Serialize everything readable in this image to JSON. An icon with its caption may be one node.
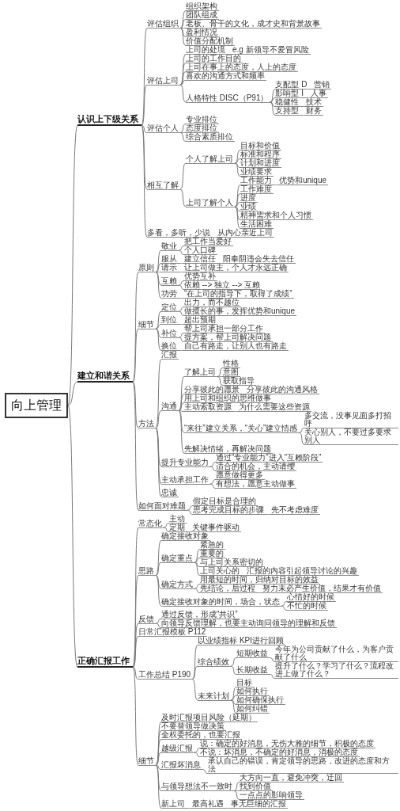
{
  "diagram": {
    "nodes": [
      {
        "text": [
          "向上管理"
        ]
      },
      {
        "text": [
          "认识上下级关系"
        ]
      },
      {
        "text": [
          "评估组织"
        ]
      },
      {
        "text": [
          "组织架构"
        ]
      },
      {
        "text": [
          "团队组成"
        ]
      },
      {
        "text": [
          "老板、骨干的文化，成才史和背景故事"
        ]
      },
      {
        "text": [
          "盈利情况"
        ]
      },
      {
        "text": [
          "价值分配机制"
        ]
      },
      {
        "text": [
          "评估上司"
        ]
      },
      {
        "text": [
          "上司的处境"
        ]
      },
      {
        "text": [
          "e.g 新领导不爱冒风险"
        ]
      },
      {
        "text": [
          "上司的工作目的"
        ]
      },
      {
        "text": [
          "上司在事上的态度，人上的态度"
        ]
      },
      {
        "text": [
          "喜欢的沟通方式和频率"
        ]
      },
      {
        "text": [
          "人格特性 DISC（P91）"
        ]
      },
      {
        "text": [
          "支配型 D"
        ]
      },
      {
        "text": [
          "营销"
        ]
      },
      {
        "text": [
          "影响型 I"
        ]
      },
      {
        "text": [
          "人事"
        ]
      },
      {
        "text": [
          "稳健性"
        ]
      },
      {
        "text": [
          "技术"
        ]
      },
      {
        "text": [
          "支持型"
        ]
      },
      {
        "text": [
          "财务"
        ]
      },
      {
        "text": [
          "评估个人"
        ]
      },
      {
        "text": [
          "专业排位"
        ]
      },
      {
        "text": [
          "态度排位"
        ]
      },
      {
        "text": [
          "综合素质排位"
        ]
      },
      {
        "text": [
          "相互了解"
        ]
      },
      {
        "text": [
          "个人了解上司"
        ]
      },
      {
        "text": [
          "目标和价值"
        ]
      },
      {
        "text": [
          "标准和程序"
        ]
      },
      {
        "text": [
          "计划和进度"
        ]
      },
      {
        "text": [
          "业绩要求"
        ]
      },
      {
        "text": [
          "上司了解个人"
        ]
      },
      {
        "text": [
          "工作能力"
        ]
      },
      {
        "text": [
          "优势和unique"
        ]
      },
      {
        "text": [
          "工作难度"
        ]
      },
      {
        "text": [
          "进度"
        ]
      },
      {
        "text": [
          "业绩"
        ]
      },
      {
        "text": [
          "精神需求和个人习惯"
        ]
      },
      {
        "text": [
          "生活困难"
        ]
      },
      {
        "text": [
          "多看，多听，少说"
        ]
      },
      {
        "text": [
          "从内心亲近上司"
        ]
      },
      {
        "text": [
          "建立和谐关系"
        ]
      },
      {
        "text": [
          "原则"
        ]
      },
      {
        "text": [
          "敬业"
        ]
      },
      {
        "text": [
          "把工作当爱好"
        ]
      },
      {
        "text": [
          "个人口碑"
        ]
      },
      {
        "text": [
          "服从"
        ]
      },
      {
        "text": [
          "建立信任"
        ]
      },
      {
        "text": [
          "阳奉阴违会失去信任"
        ]
      },
      {
        "text": [
          "请示"
        ]
      },
      {
        "text": [
          "让上司做主，个人才永远正确"
        ]
      },
      {
        "text": [
          "互赖"
        ]
      },
      {
        "text": [
          "优势互补"
        ]
      },
      {
        "text": [
          "依赖 --> 独立 --> 互赖"
        ]
      },
      {
        "text": [
          "功劳"
        ]
      },
      {
        "text": [
          "“在上司的指导下，取得了成绩”"
        ]
      },
      {
        "text": [
          "细节"
        ]
      },
      {
        "text": [
          "定位"
        ]
      },
      {
        "text": [
          "出力，而不越位"
        ]
      },
      {
        "text": [
          "做擅长的事，发挥优势和unique"
        ]
      },
      {
        "text": [
          "到位"
        ]
      },
      {
        "text": [
          "超出预期"
        ]
      },
      {
        "text": [
          "补位"
        ]
      },
      {
        "text": [
          "帮上司承担一部分工作"
        ]
      },
      {
        "text": [
          "提方案，帮上司解决问题"
        ]
      },
      {
        "text": [
          "换位"
        ]
      },
      {
        "text": [
          "自己有路走，让别人也有路走"
        ]
      },
      {
        "text": [
          "方法"
        ]
      },
      {
        "text": [
          "汇报"
        ]
      },
      {
        "text": [
          "沟通"
        ]
      },
      {
        "text": [
          "了解上司"
        ]
      },
      {
        "text": [
          "性格"
        ]
      },
      {
        "text": [
          "意图"
        ]
      },
      {
        "text": [
          "获取指导"
        ]
      },
      {
        "text": [
          "分享彼此的愿景"
        ]
      },
      {
        "text": [
          "分享彼此的沟通风格"
        ]
      },
      {
        "text": [
          "用上司和组织的思维做事"
        ]
      },
      {
        "text": [
          "主动索取资源"
        ]
      },
      {
        "text": [
          "为什么需要这些资源"
        ]
      },
      {
        "text": [
          "“来往”建立关系，“关心”建立情感"
        ]
      },
      {
        "text": [
          "多交流，没事见面多打招呼"
        ]
      },
      {
        "text": [
          "关心别人，不要过多要求别人"
        ]
      },
      {
        "text": [
          "先解决情绪，再解决问题"
        ]
      },
      {
        "text": [
          "提升专业能力"
        ]
      },
      {
        "text": [
          "通过“专业能力”进入“互赖阶段”"
        ]
      },
      {
        "text": [
          "适合的机会，主动请缨"
        ]
      },
      {
        "text": [
          "主动承担工作"
        ]
      },
      {
        "text": [
          "愿意做得更多"
        ]
      },
      {
        "text": [
          "有想法，愿意主动做事"
        ]
      },
      {
        "text": [
          "忠诚"
        ]
      },
      {
        "text": [
          "如何面对难题"
        ]
      },
      {
        "text": [
          "假定目标是合理的"
        ]
      },
      {
        "text": [
          "思考完成目标的步骤"
        ]
      },
      {
        "text": [
          "先不考虑难度"
        ]
      },
      {
        "text": [
          "正确汇报工作"
        ]
      },
      {
        "text": [
          "常态化"
        ]
      },
      {
        "text": [
          "主动"
        ]
      },
      {
        "text": [
          "定期"
        ]
      },
      {
        "text": [
          "关键事件驱动"
        ]
      },
      {
        "text": [
          "思路"
        ]
      },
      {
        "text": [
          "确定接收对象"
        ]
      },
      {
        "text": [
          "确定重点"
        ]
      },
      {
        "text": [
          "紧急的"
        ]
      },
      {
        "text": [
          "重要的"
        ]
      },
      {
        "text": [
          "与上司关系密切的"
        ]
      },
      {
        "text": [
          "上司关心的"
        ]
      },
      {
        "text": [
          "汇报的内容引起领导讨论的兴趣"
        ]
      },
      {
        "text": [
          "确定方式"
        ]
      },
      {
        "text": [
          "用最短的时间，归纳对目标的效益"
        ]
      },
      {
        "text": [
          "先结论，后过程"
        ]
      },
      {
        "text": [
          "努力未必产生价值，结果才有价值"
        ]
      },
      {
        "text": [
          "确定接收对象的时间，场合，状态"
        ]
      },
      {
        "text": [
          "心情好的时候"
        ]
      },
      {
        "text": [
          "不忙的时候"
        ]
      },
      {
        "text": [
          "反馈"
        ]
      },
      {
        "text": [
          "通过反馈，形成“共识”"
        ]
      },
      {
        "text": [
          "向领导反馈理解，也要主动询问领导的理解和反馈"
        ]
      },
      {
        "text": [
          "日常汇报模板 P112"
        ]
      },
      {
        "text": [
          "工作总结 P190"
        ]
      },
      {
        "text": [
          "以业绩指标 KPI进行回顾"
        ]
      },
      {
        "text": [
          "综合绩效"
        ]
      },
      {
        "text": [
          "短期收益"
        ]
      },
      {
        "text": [
          "今年为公司贡献了什么，为客户贡献了什么"
        ]
      },
      {
        "text": [
          "长期收益"
        ]
      },
      {
        "text": [
          "提升了什么？学习了什么？流程改进上做了什么？"
        ]
      },
      {
        "text": [
          "未来计划"
        ]
      },
      {
        "text": [
          "目标"
        ]
      },
      {
        "text": [
          "如何执行"
        ]
      },
      {
        "text": [
          "如何确保执行"
        ]
      },
      {
        "text": [
          "如何纠错"
        ]
      },
      {
        "text": [
          "细节"
        ]
      },
      {
        "text": [
          "及时汇报项目风险（延期）"
        ]
      },
      {
        "text": [
          "不要替领导做决策"
        ]
      },
      {
        "text": [
          "全权委托的，也要汇报"
        ]
      },
      {
        "text": [
          "越级汇报"
        ]
      },
      {
        "text": [
          "说：确定的好消息，无伤大雅的细节，积极的态度"
        ]
      },
      {
        "text": [
          "不说：坏消息，不确定的好消息，消极的态度"
        ]
      },
      {
        "text": [
          "汇报坏消息"
        ]
      },
      {
        "text": [
          "承认自己的错误，肯定领导的思路，改进的态度和方法"
        ]
      },
      {
        "text": [
          "与领导想法不一致时"
        ]
      },
      {
        "text": [
          "大方向一直，避免冲突，迂回"
        ]
      },
      {
        "text": [
          "找到价值"
        ]
      },
      {
        "text": [
          "一点点的影响领导"
        ]
      },
      {
        "text": [
          "新上司"
        ]
      },
      {
        "text": [
          "最高礼遇"
        ]
      },
      {
        "text": [
          "事无巨细的汇报"
        ]
      }
    ],
    "edges": [
      {
        "from": 0,
        "to": 1,
        "arrow": "none"
      },
      {
        "from": 1,
        "to": 2,
        "arrow": "none"
      },
      {
        "from": 2,
        "to": 3,
        "arrow": "none"
      },
      {
        "from": 2,
        "to": 4,
        "arrow": "none"
      },
      {
        "from": 2,
        "to": 5,
        "arrow": "none"
      },
      {
        "from": 2,
        "to": 6,
        "arrow": "none"
      },
      {
        "from": 2,
        "to": 7,
        "arrow": "none"
      },
      {
        "from": 1,
        "to": 8,
        "arrow": "none"
      },
      {
        "from": 8,
        "to": 9,
        "arrow": "none"
      },
      {
        "from": 9,
        "to": 10,
        "arrow": "none"
      },
      {
        "from": 8,
        "to": 11,
        "arrow": "none"
      },
      {
        "from": 8,
        "to": 12,
        "arrow": "none"
      },
      {
        "from": 8,
        "to": 13,
        "arrow": "none"
      },
      {
        "from": 8,
        "to": 14,
        "arrow": "none"
      },
      {
        "from": 14,
        "to": 15,
        "arrow": "none"
      },
      {
        "from": 15,
        "to": 16,
        "arrow": "none"
      },
      {
        "from": 14,
        "to": 17,
        "arrow": "none"
      },
      {
        "from": 17,
        "to": 18,
        "arrow": "none"
      },
      {
        "from": 14,
        "to": 19,
        "arrow": "none"
      },
      {
        "from": 19,
        "to": 20,
        "arrow": "none"
      },
      {
        "from": 14,
        "to": 21,
        "arrow": "none"
      },
      {
        "from": 21,
        "to": 22,
        "arrow": "none"
      },
      {
        "from": 1,
        "to": 23,
        "arrow": "none"
      },
      {
        "from": 23,
        "to": 24,
        "arrow": "none"
      },
      {
        "from": 23,
        "to": 25,
        "arrow": "none"
      },
      {
        "from": 23,
        "to": 26,
        "arrow": "none"
      },
      {
        "from": 1,
        "to": 27,
        "arrow": "none"
      },
      {
        "from": 27,
        "to": 28,
        "arrow": "none"
      },
      {
        "from": 28,
        "to": 29,
        "arrow": "none"
      },
      {
        "from": 28,
        "to": 30,
        "arrow": "none"
      },
      {
        "from": 28,
        "to": 31,
        "arrow": "none"
      },
      {
        "from": 28,
        "to": 32,
        "arrow": "none"
      },
      {
        "from": 27,
        "to": 33,
        "arrow": "none"
      },
      {
        "from": 33,
        "to": 34,
        "arrow": "none"
      },
      {
        "from": 34,
        "to": 35,
        "arrow": "none"
      },
      {
        "from": 33,
        "to": 36,
        "arrow": "none"
      },
      {
        "from": 33,
        "to": 37,
        "arrow": "none"
      },
      {
        "from": 33,
        "to": 38,
        "arrow": "none"
      },
      {
        "from": 33,
        "to": 39,
        "arrow": "none"
      },
      {
        "from": 33,
        "to": 40,
        "arrow": "none"
      },
      {
        "from": 1,
        "to": 41,
        "arrow": "none"
      },
      {
        "from": 41,
        "to": 42,
        "arrow": "none"
      },
      {
        "from": 0,
        "to": 43,
        "arrow": "none"
      },
      {
        "from": 43,
        "to": 44,
        "arrow": "none"
      },
      {
        "from": 44,
        "to": 45,
        "arrow": "none"
      },
      {
        "from": 45,
        "to": 46,
        "arrow": "none"
      },
      {
        "from": 45,
        "to": 47,
        "arrow": "none"
      },
      {
        "from": 44,
        "to": 48,
        "arrow": "none"
      },
      {
        "from": 48,
        "to": 49,
        "arrow": "none"
      },
      {
        "from": 49,
        "to": 50,
        "arrow": "none"
      },
      {
        "from": 44,
        "to": 51,
        "arrow": "none"
      },
      {
        "from": 51,
        "to": 52,
        "arrow": "none"
      },
      {
        "from": 44,
        "to": 53,
        "arrow": "none"
      },
      {
        "from": 53,
        "to": 54,
        "arrow": "none"
      },
      {
        "from": 53,
        "to": 55,
        "arrow": "none"
      },
      {
        "from": 44,
        "to": 56,
        "arrow": "none"
      },
      {
        "from": 56,
        "to": 57,
        "arrow": "none"
      },
      {
        "from": 43,
        "to": 58,
        "arrow": "none"
      },
      {
        "from": 58,
        "to": 59,
        "arrow": "none"
      },
      {
        "from": 59,
        "to": 60,
        "arrow": "none"
      },
      {
        "from": 59,
        "to": 61,
        "arrow": "none"
      },
      {
        "from": 58,
        "to": 62,
        "arrow": "none"
      },
      {
        "from": 62,
        "to": 63,
        "arrow": "none"
      },
      {
        "from": 58,
        "to": 64,
        "arrow": "none"
      },
      {
        "from": 64,
        "to": 65,
        "arrow": "none"
      },
      {
        "from": 64,
        "to": 66,
        "arrow": "none"
      },
      {
        "from": 58,
        "to": 67,
        "arrow": "none"
      },
      {
        "from": 67,
        "to": 68,
        "arrow": "none"
      },
      {
        "from": 43,
        "to": 69,
        "arrow": "none"
      },
      {
        "from": 69,
        "to": 70,
        "arrow": "none"
      },
      {
        "from": 69,
        "to": 71,
        "arrow": "none"
      },
      {
        "from": 71,
        "to": 72,
        "arrow": "none"
      },
      {
        "from": 72,
        "to": 73,
        "arrow": "none"
      },
      {
        "from": 72,
        "to": 74,
        "arrow": "none"
      },
      {
        "from": 72,
        "to": 75,
        "arrow": "none"
      },
      {
        "from": 71,
        "to": 76,
        "arrow": "none"
      },
      {
        "from": 76,
        "to": 77,
        "arrow": "none"
      },
      {
        "from": 71,
        "to": 78,
        "arrow": "none"
      },
      {
        "from": 71,
        "to": 79,
        "arrow": "none"
      },
      {
        "from": 79,
        "to": 80,
        "arrow": "none"
      },
      {
        "from": 71,
        "to": 81,
        "arrow": "none"
      },
      {
        "from": 81,
        "to": 82,
        "arrow": "none"
      },
      {
        "from": 81,
        "to": 83,
        "arrow": "none"
      },
      {
        "from": 71,
        "to": 84,
        "arrow": "none"
      },
      {
        "from": 69,
        "to": 85,
        "arrow": "none"
      },
      {
        "from": 85,
        "to": 86,
        "arrow": "none"
      },
      {
        "from": 85,
        "to": 87,
        "arrow": "none"
      },
      {
        "from": 69,
        "to": 88,
        "arrow": "none"
      },
      {
        "from": 88,
        "to": 89,
        "arrow": "none"
      },
      {
        "from": 88,
        "to": 90,
        "arrow": "none"
      },
      {
        "from": 69,
        "to": 91,
        "arrow": "none"
      },
      {
        "from": 43,
        "to": 92,
        "arrow": "none"
      },
      {
        "from": 92,
        "to": 93,
        "arrow": "none"
      },
      {
        "from": 92,
        "to": 94,
        "arrow": "none"
      },
      {
        "from": 94,
        "to": 95,
        "arrow": "none"
      },
      {
        "from": 0,
        "to": 96,
        "arrow": "none"
      },
      {
        "from": 96,
        "to": 97,
        "arrow": "none"
      },
      {
        "from": 97,
        "to": 98,
        "arrow": "none"
      },
      {
        "from": 97,
        "to": 99,
        "arrow": "none"
      },
      {
        "from": 99,
        "to": 100,
        "arrow": "none"
      },
      {
        "from": 96,
        "to": 101,
        "arrow": "none"
      },
      {
        "from": 101,
        "to": 102,
        "arrow": "none"
      },
      {
        "from": 101,
        "to": 103,
        "arrow": "none"
      },
      {
        "from": 103,
        "to": 104,
        "arrow": "none"
      },
      {
        "from": 103,
        "to": 105,
        "arrow": "none"
      },
      {
        "from": 103,
        "to": 106,
        "arrow": "none"
      },
      {
        "from": 103,
        "to": 107,
        "arrow": "none"
      },
      {
        "from": 107,
        "to": 108,
        "arrow": "none"
      },
      {
        "from": 101,
        "to": 109,
        "arrow": "none"
      },
      {
        "from": 109,
        "to": 110,
        "arrow": "none"
      },
      {
        "from": 109,
        "to": 111,
        "arrow": "none"
      },
      {
        "from": 111,
        "to": 112,
        "arrow": "none"
      },
      {
        "from": 101,
        "to": 113,
        "arrow": "none"
      },
      {
        "from": 113,
        "to": 114,
        "arrow": "none"
      },
      {
        "from": 113,
        "to": 115,
        "arrow": "none"
      },
      {
        "from": 96,
        "to": 116,
        "arrow": "none"
      },
      {
        "from": 116,
        "to": 117,
        "arrow": "none"
      },
      {
        "from": 116,
        "to": 118,
        "arrow": "none"
      },
      {
        "from": 96,
        "to": 119,
        "arrow": "none"
      },
      {
        "from": 96,
        "to": 120,
        "arrow": "none"
      },
      {
        "from": 120,
        "to": 121,
        "arrow": "none"
      },
      {
        "from": 120,
        "to": 122,
        "arrow": "none"
      },
      {
        "from": 122,
        "to": 123,
        "arrow": "none"
      },
      {
        "from": 123,
        "to": 124,
        "arrow": "none"
      },
      {
        "from": 122,
        "to": 125,
        "arrow": "none"
      },
      {
        "from": 125,
        "to": 126,
        "arrow": "none"
      },
      {
        "from": 120,
        "to": 127,
        "arrow": "none"
      },
      {
        "from": 127,
        "to": 128,
        "arrow": "none"
      },
      {
        "from": 127,
        "to": 129,
        "arrow": "none"
      },
      {
        "from": 127,
        "to": 130,
        "arrow": "none"
      },
      {
        "from": 127,
        "to": 131,
        "arrow": "none"
      },
      {
        "from": 96,
        "to": 132,
        "arrow": "none"
      },
      {
        "from": 132,
        "to": 133,
        "arrow": "none"
      },
      {
        "from": 132,
        "to": 134,
        "arrow": "none"
      },
      {
        "from": 132,
        "to": 135,
        "arrow": "none"
      },
      {
        "from": 132,
        "to": 136,
        "arrow": "none"
      },
      {
        "from": 136,
        "to": 137,
        "arrow": "none"
      },
      {
        "from": 136,
        "to": 138,
        "arrow": "none"
      },
      {
        "from": 132,
        "to": 139,
        "arrow": "none"
      },
      {
        "from": 139,
        "to": 140,
        "arrow": "none"
      },
      {
        "from": 132,
        "to": 141,
        "arrow": "none"
      },
      {
        "from": 141,
        "to": 142,
        "arrow": "none"
      },
      {
        "from": 141,
        "to": 143,
        "arrow": "none"
      },
      {
        "from": 141,
        "to": 144,
        "arrow": "none"
      },
      {
        "from": 132,
        "to": 145,
        "arrow": "none"
      },
      {
        "from": 145,
        "to": 146,
        "arrow": "none"
      },
      {
        "from": 146,
        "to": 147,
        "arrow": "none"
      }
    ]
  }
}
